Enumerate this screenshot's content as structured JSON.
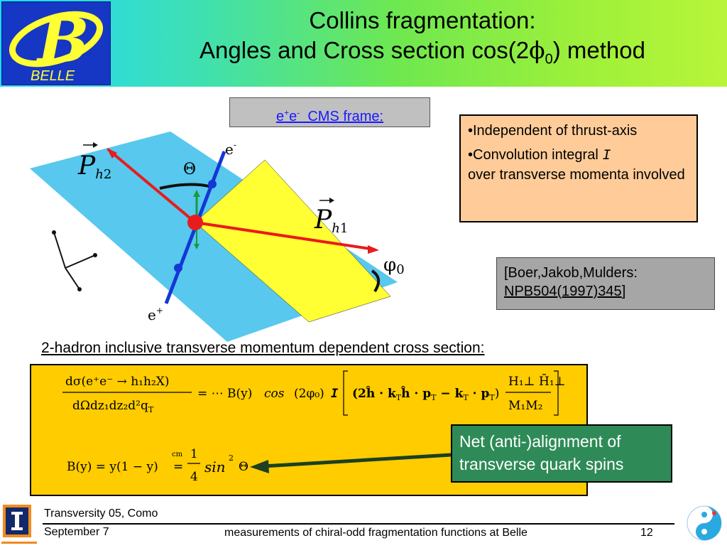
{
  "header": {
    "title_line1": "Collins fragmentation:",
    "title_line2_pre": "Angles and Cross section cos(2",
    "title_phi": "ϕ",
    "title_sub": "0",
    "title_line2_post": ") method",
    "logo_letter": "B",
    "logo_text": "BELLE"
  },
  "cms_frame": {
    "e1": "e",
    "sup1": "+",
    "e2": "e",
    "sup2": "-",
    "rest": "  CMS frame:"
  },
  "bullets": {
    "b1": "•Independent of thrust-axis",
    "b2_pre": "•Convolution integral ",
    "b2_sym": "I",
    "b2_post": "over transverse momenta involved"
  },
  "reference": {
    "line1": "[Boer,Jakob,Mulders:",
    "journal": "NPB504(1997)345",
    "close": "]"
  },
  "diagram": {
    "e_minus": "e",
    "e_minus_sup": "-",
    "e_plus": "e",
    "e_plus_sup": "+",
    "theta": "Θ",
    "ph2_P": "P",
    "ph2_sub": "h",
    "ph2_num": "2",
    "ph1_P": "P",
    "ph1_sub": "h",
    "ph1_num": "1",
    "phi0": "φ",
    "phi0_sub": "0"
  },
  "cross_section_heading": "2-hadron inclusive transverse momentum dependent cross section:",
  "formula": {
    "lhs_num": "dσ(e⁺e⁻ → h₁h₂X)",
    "lhs_den": "dΩdz₁dz₂d²q",
    "lhs_den_sub": "T",
    "eq": "= ⋯ B(y)",
    "cos": "cos",
    "arg": "(2φ₀)",
    "I": "I",
    "bracket": "(2ĥ · k",
    "kT": "T",
    "part2": "ĥ · p",
    "pT": "T",
    "part3": " − k",
    "kT2": "T",
    "part4": " · p",
    "pT2": "T",
    "part5": ")",
    "H_num": "H₁⊥ H̄₁⊥",
    "H_den": "M₁M₂",
    "by_lhs": "B(y) = y(1 − y)",
    "by_eq": "=",
    "cm": "cm",
    "frac_num": "1",
    "frac_den": "4",
    "sin": "sin",
    "sin_pow": "2",
    "theta": "Θ"
  },
  "net_alignment": {
    "line1": "Net (anti-)alignment of",
    "line2": "transverse quark spins"
  },
  "footer": {
    "conference": "Transversity 05, Como",
    "date": "September 7",
    "subtitle": "measurements of chiral-odd fragmentation functions at Belle",
    "page": "12"
  },
  "colors": {
    "plane_blue": "#58c8ee",
    "plane_yellow": "#ffff33",
    "beam_blue": "#1537d6",
    "hadron_red": "#e81c1c",
    "bullets_bg": "#ffcc99",
    "formula_bg": "#ffcc00",
    "net_bg": "#2e8b57"
  }
}
